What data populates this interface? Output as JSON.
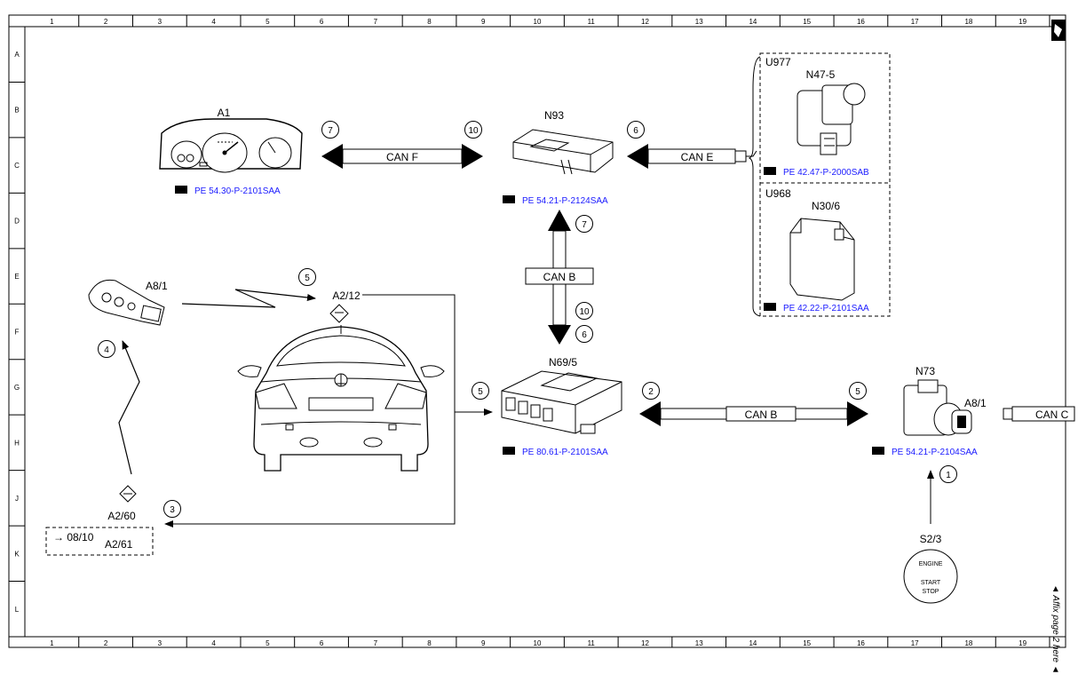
{
  "grid": {
    "columns": [
      "1",
      "2",
      "3",
      "4",
      "5",
      "6",
      "7",
      "8",
      "9",
      "10",
      "11",
      "12",
      "13",
      "14",
      "15",
      "16",
      "17",
      "18",
      "19"
    ],
    "rows": [
      "A",
      "B",
      "C",
      "D",
      "E",
      "F",
      "G",
      "H",
      "J",
      "K",
      "L"
    ]
  },
  "side_note": "◄ Affix page 2 here ◄",
  "components": {
    "a1": {
      "id": "A1",
      "ref": "PE 54.30-P-2101SAA"
    },
    "n93": {
      "id": "N93",
      "ref": "PE 54.21-P-2124SAA"
    },
    "u977": {
      "group": "U977",
      "id": "N47-5",
      "ref": "PE 42.47-P-2000SAB"
    },
    "u968": {
      "group": "U968",
      "id": "N30/6",
      "ref": "PE 42.22-P-2101SAA"
    },
    "key_left": {
      "id": "A8/1"
    },
    "a2_12": {
      "id": "A2/12"
    },
    "n69_5": {
      "id": "N69/5",
      "ref": "PE 80.61-P-2101SAA"
    },
    "n73": {
      "id": "N73",
      "key_id": "A8/1",
      "ref": "PE 54.21-P-2104SAA"
    },
    "a2_60": {
      "id": "A2/60",
      "box_id": "A2/61",
      "box_note": "→ 08/10"
    },
    "s2_3": {
      "id": "S2/3",
      "line1": "ENGINE",
      "line2": "START",
      "line3": "STOP"
    }
  },
  "buses": {
    "can_f": "CAN F",
    "can_e": "CAN E",
    "can_b_vertical": "CAN B",
    "can_b_horizontal": "CAN B",
    "can_c": "CAN C"
  },
  "steps": {
    "s7_left": "7",
    "s10_top": "10",
    "s6_top": "6",
    "s7_vert": "7",
    "s10_vert": "10",
    "s6_vert": "6",
    "s5_wireless": "5",
    "s4": "4",
    "s5_n69": "5",
    "s2": "2",
    "s5_n73": "5",
    "s3": "3",
    "s1": "1"
  }
}
